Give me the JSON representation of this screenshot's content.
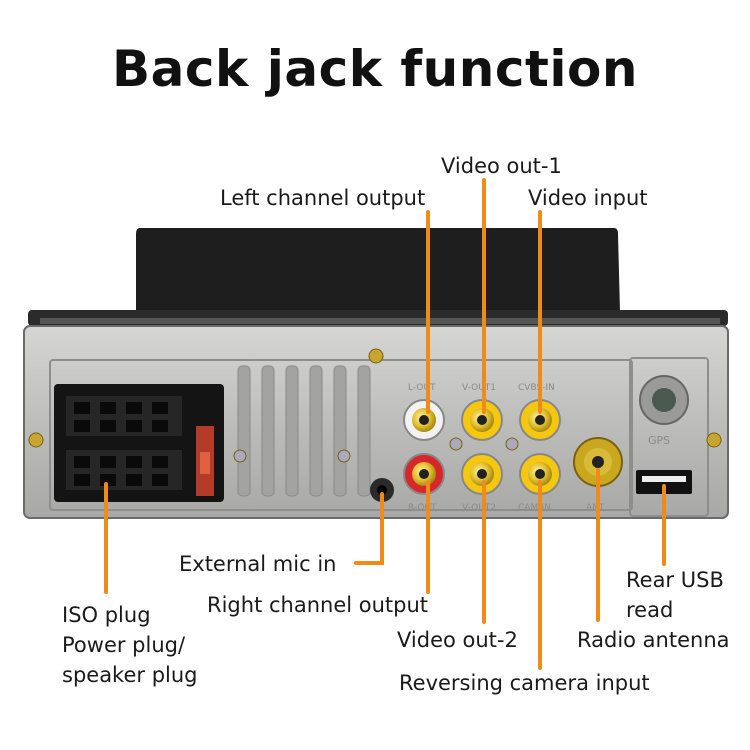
{
  "title": "Back jack function",
  "labels": {
    "video_out_1": "Video out-1",
    "left_channel_output": "Left channel output",
    "video_input": "Video input",
    "external_mic_in": "External mic in",
    "rear_usb_line1": "Rear USB",
    "rear_usb_line2": "read",
    "right_channel_output": "Right channel output",
    "iso_plug_line1": "ISO plug",
    "iso_plug_line2": "Power plug/",
    "iso_plug_line3": "speaker plug",
    "video_out_2": "Video out-2",
    "radio_antenna": "Radio antenna",
    "reversing_camera_input": "Reversing camera input"
  },
  "panel_print": {
    "gps": "GPS",
    "l_out": "L-OUT",
    "v_out1": "V-OUT1",
    "cvbs_in": "CVBS-IN",
    "r_out": "R-OUT",
    "v_out2": "V-OUT2",
    "cam_in": "CAM-IN",
    "ant": "ANT"
  },
  "colors": {
    "leader_line": "#f28a1a",
    "rca_yellow": "#f5c70f",
    "rca_white": "#f2f2f2",
    "rca_red": "#d8262a",
    "panel": "#b9b9b7",
    "back_plate": "#1e1e1e"
  },
  "icons": [
    "rca-jack-icon",
    "antenna-jack-icon",
    "usb-port-icon",
    "gps-jack-icon",
    "iso-connector-icon",
    "mic-jack-icon",
    "screw-icon"
  ]
}
